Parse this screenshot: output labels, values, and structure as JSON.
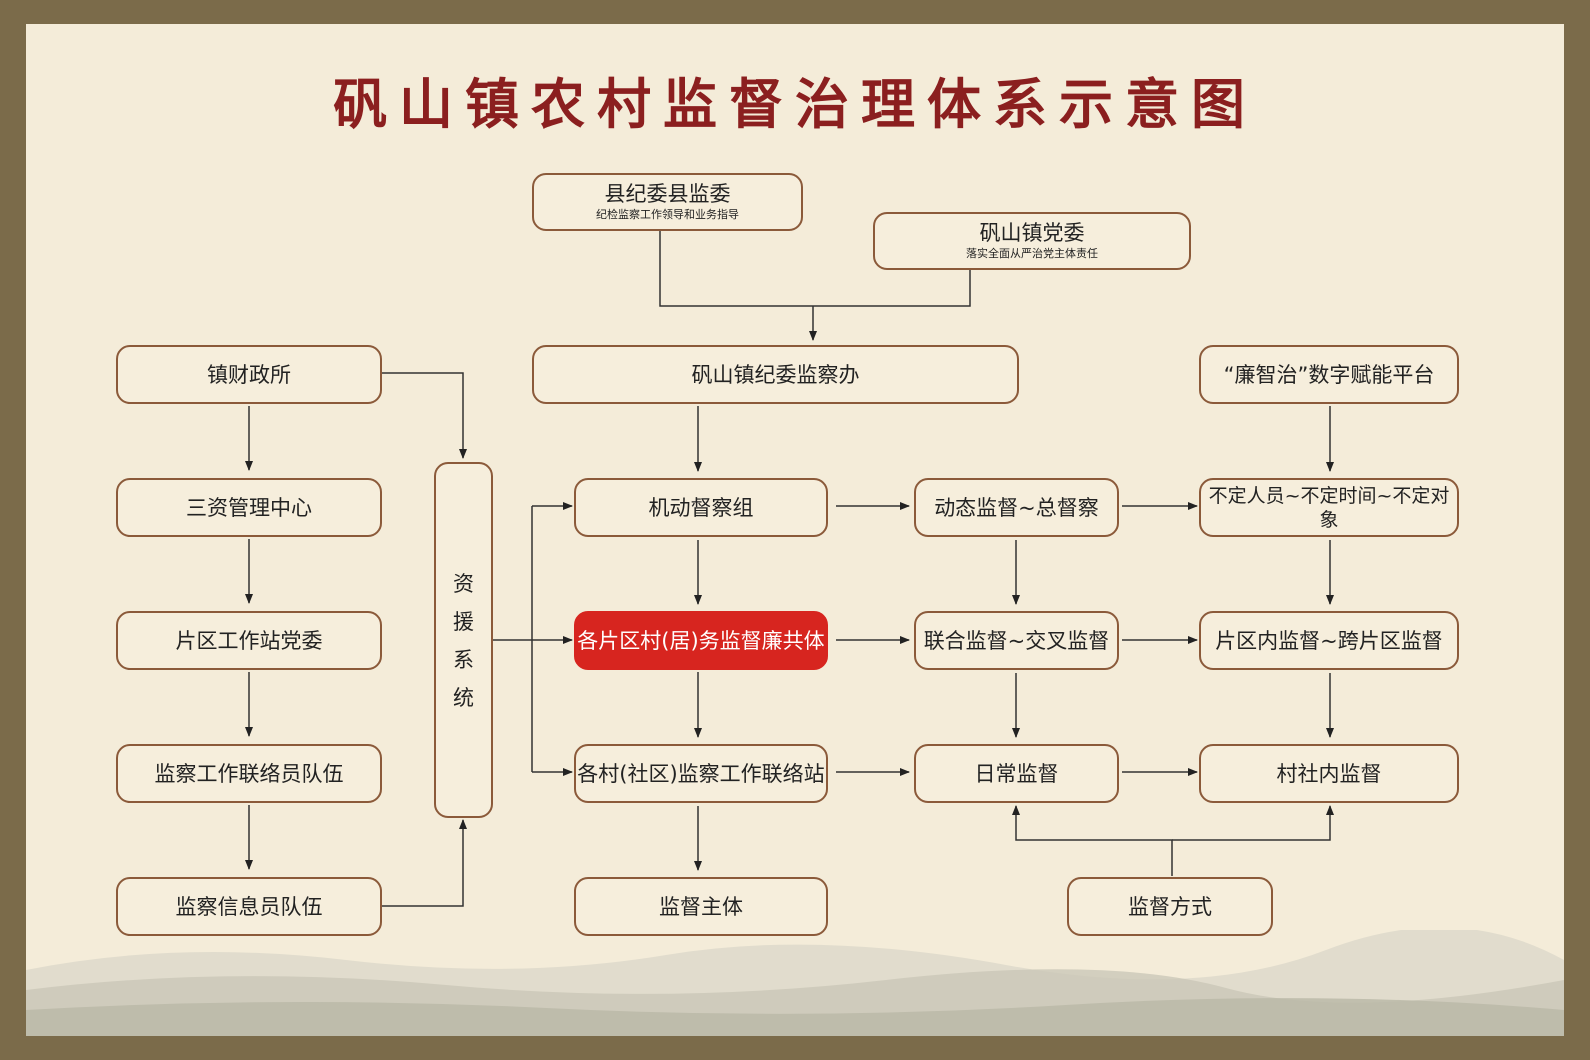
{
  "title": "矾山镇农村监督治理体系示意图",
  "colors": {
    "frame": "#7b6b4a",
    "panel": "#f4ecd9",
    "title": "#8b1f1f",
    "border": "#8b5a3a",
    "highlight": "#d7251f"
  },
  "nodes": {
    "county": {
      "main": "县纪委县监委",
      "sub": "纪检监察工作领导和业务指导"
    },
    "party": {
      "main": "矾山镇党委",
      "sub": "落实全面从严治党主体责任"
    },
    "discipline_office": "矾山镇纪委监察办",
    "finance": "镇财政所",
    "assets_center": "三资管理中心",
    "area_party": "片区工作站党委",
    "liaison_team": "监察工作联络员队伍",
    "info_team": "监察信息员队伍",
    "support_chars": [
      "资",
      "援",
      "系",
      "统"
    ],
    "mobile_team": "机动督察组",
    "community": "各片区村(居)务监督廉共体",
    "village_station": "各村(社区)监察工作联络站",
    "subject": "监督主体",
    "dynamic": "动态监督~总督察",
    "joint": "联合监督~交叉监督",
    "daily": "日常监督",
    "method": "监督方式",
    "platform": "“廉智治”数字赋能平台",
    "uncertain": "不定人员~不定时间~不定对象",
    "inter_area": "片区内监督~跨片区监督",
    "village_internal": "村社内监督"
  }
}
